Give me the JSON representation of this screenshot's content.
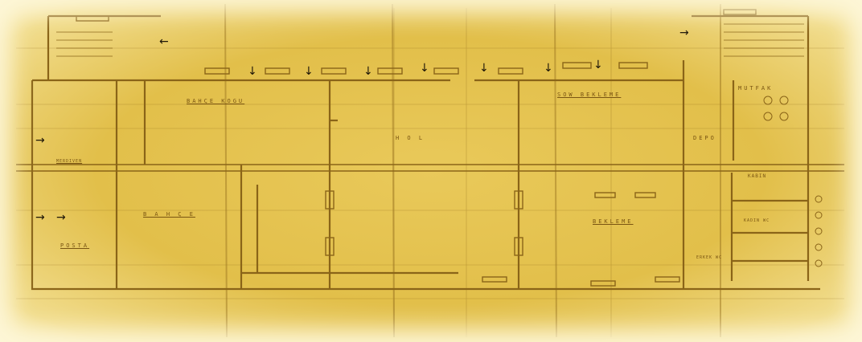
{
  "plan": {
    "rooms": [
      {
        "id": "bahce-kogu",
        "label": "BAHÇE KOGU"
      },
      {
        "id": "hol",
        "label": "H O L"
      },
      {
        "id": "bekleme-top",
        "label": "SOW BEKLEME"
      },
      {
        "id": "mutfak",
        "label": "MUTFAK"
      },
      {
        "id": "depo",
        "label": "DEPO"
      },
      {
        "id": "merdiven",
        "label": "MERDIVEN"
      },
      {
        "id": "bahce-alt",
        "label": "B A H Ç E"
      },
      {
        "id": "posta",
        "label": "POSTA"
      },
      {
        "id": "bekleme-bottom",
        "label": "BEKLEME"
      },
      {
        "id": "kabin",
        "label": "KABIN"
      },
      {
        "id": "kadin-wc",
        "label": "KADIN WC"
      },
      {
        "id": "erkek-wc",
        "label": "ERKEK WC"
      }
    ]
  },
  "colors": {
    "paper": "#e4c24f",
    "ink": "#7a5512",
    "arrow": "#1e1608"
  },
  "icons": [
    "arrow-right-icon",
    "arrow-down-icon",
    "arrow-left-icon"
  ]
}
